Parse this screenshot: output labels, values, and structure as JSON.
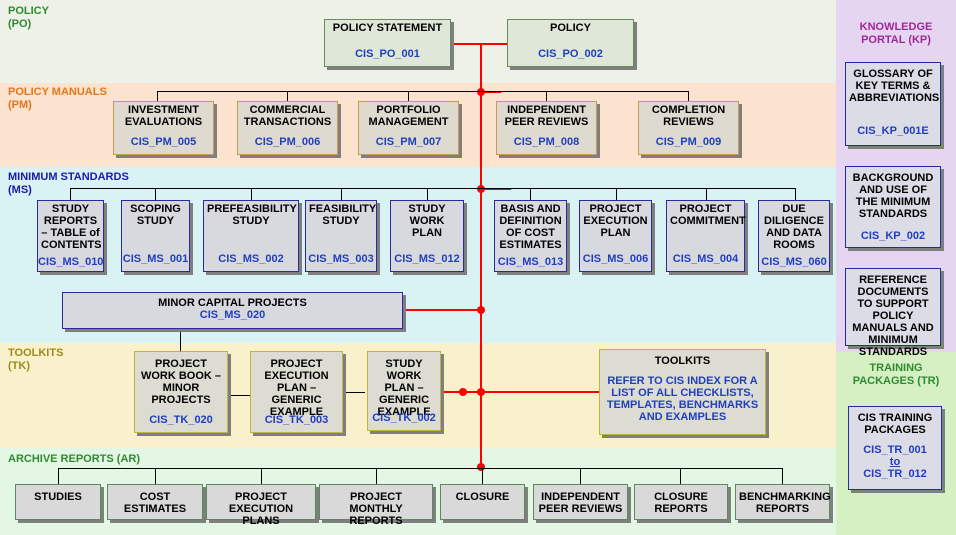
{
  "bands": {
    "policy": {
      "title": "POLICY",
      "code": "(PO)",
      "color": "#edf1e8",
      "title_color": "#2f8a2f"
    },
    "pm": {
      "title": "POLICY MANUALS",
      "code": "(PM)",
      "color": "#fbe3cf",
      "title_color": "#e3761a"
    },
    "ms": {
      "title": "MINIMUM STANDARDS",
      "code": "(MS)",
      "color": "#d9f2f4",
      "title_color": "#1a1aa8"
    },
    "tk": {
      "title": "TOOLKITS",
      "code": "(TK)",
      "color": "#f8f1cc",
      "title_color": "#a08a1a"
    },
    "ar": {
      "title": "ARCHIVE REPORTS (AR)",
      "color": "#e4f7e4",
      "title_color": "#2f8a2f"
    },
    "kp": {
      "title": "KNOWLEDGE PORTAL (KP)",
      "color": "#e6d5f1",
      "title_color": "#a0279a"
    },
    "tr": {
      "title": "TRAINING PACKAGES (TR)",
      "color": "#d6f0c4",
      "title_color": "#2f8a2f"
    }
  },
  "policy": [
    {
      "title": "POLICY STATEMENT",
      "code": "CIS_PO_001"
    },
    {
      "title": "POLICY",
      "code": "CIS_PO_002"
    }
  ],
  "pm": [
    {
      "title": "INVESTMENT EVALUATIONS",
      "code": "CIS_PM_005"
    },
    {
      "title": "COMMERCIAL TRANSACTIONS",
      "code": "CIS_PM_006"
    },
    {
      "title": "PORTFOLIO MANAGEMENT",
      "code": "CIS_PM_007"
    },
    {
      "title": "INDEPENDENT PEER REVIEWS",
      "code": "CIS_PM_008"
    },
    {
      "title": "COMPLETION REVIEWS",
      "code": "CIS_PM_009"
    }
  ],
  "ms": [
    {
      "title": "STUDY REPORTS – TABLE of CONTENTS",
      "code": "CIS_MS_010"
    },
    {
      "title": "SCOPING STUDY",
      "code": "CIS_MS_001"
    },
    {
      "title": "PREFEASIBILITY STUDY",
      "code": "CIS_MS_002"
    },
    {
      "title": "FEASIBILITY STUDY",
      "code": "CIS_MS_003"
    },
    {
      "title": "STUDY WORK PLAN",
      "code": "CIS_MS_012"
    },
    {
      "title": "BASIS AND DEFINITION OF COST ESTIMATES",
      "code": "CIS_MS_013"
    },
    {
      "title": "PROJECT EXECUTION PLAN",
      "code": "CIS_MS_006"
    },
    {
      "title": "PROJECT COMMITMENT",
      "code": "CIS_MS_004"
    },
    {
      "title": "DUE DILIGENCE AND DATA ROOMS",
      "code": "CIS_MS_060"
    }
  ],
  "minor": {
    "title": "MINOR CAPITAL PROJECTS",
    "code": "CIS_MS_020"
  },
  "tk": [
    {
      "title": "PROJECT WORK BOOK – MINOR PROJECTS",
      "code": "CIS_TK_020"
    },
    {
      "title": "PROJECT EXECUTION PLAN – GENERIC EXAMPLE",
      "code": "CIS_TK_003"
    },
    {
      "title": "STUDY WORK PLAN – GENERIC EXAMPLE",
      "code": "CIS_TK_002"
    }
  ],
  "toolkits": {
    "title": "TOOLKITS",
    "body": "REFER TO CIS INDEX FOR A LIST OF ALL CHECKLISTS, TEMPLATES, BENCHMARKS AND EXAMPLES"
  },
  "ar": [
    {
      "title": "STUDIES"
    },
    {
      "title": "COST ESTIMATES"
    },
    {
      "title": "PROJECT EXECUTION PLANS"
    },
    {
      "title": "PROJECT MONTHLY REPORTS"
    },
    {
      "title": "CLOSURE"
    },
    {
      "title": "INDEPENDENT PEER REVIEWS"
    },
    {
      "title": "CLOSURE REPORTS"
    },
    {
      "title": "BENCHMARKING REPORTS"
    }
  ],
  "kp": [
    {
      "title": "GLOSSARY OF KEY TERMS & ABBREVIATIONS",
      "code": "CIS_KP_001E"
    },
    {
      "title": "BACKGROUND AND USE OF THE MINIMUM STANDARDS",
      "code": "CIS_KP_002"
    },
    {
      "title": "REFERENCE DOCUMENTS TO SUPPORT POLICY MANUALS AND MINIMUM STANDARDS"
    }
  ],
  "tr": {
    "title": "CIS TRAINING PACKAGES",
    "code_from": "CIS_TR_001",
    "to": "to",
    "code_to": "CIS_TR_012"
  }
}
